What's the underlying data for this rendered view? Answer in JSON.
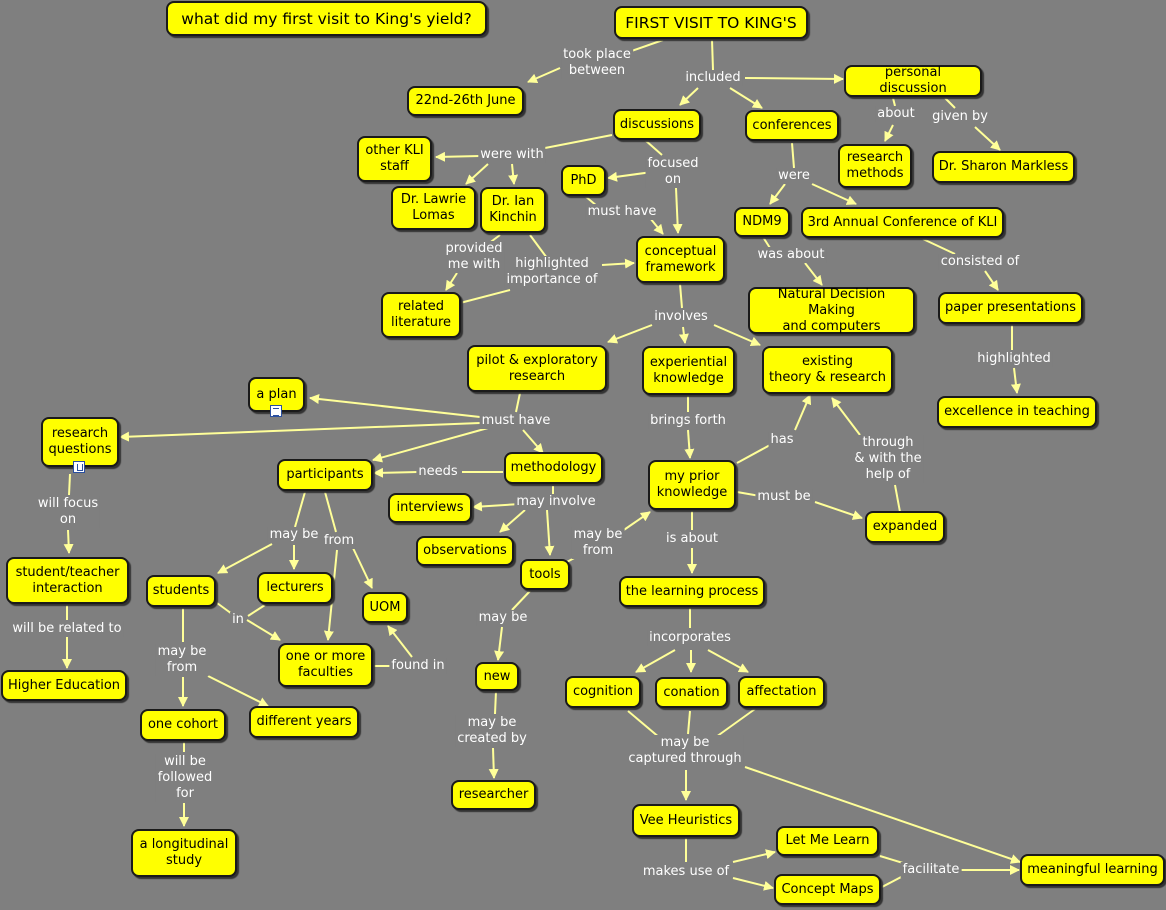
{
  "colors": {
    "background": "#7f7f7f",
    "node_fill": "#ffff00",
    "line": "#ffff99",
    "link_text": "#ffffff"
  },
  "question_title": "what did my first visit to King's yield?",
  "nodes": {
    "first_visit": "FIRST VISIT TO KING'S",
    "dates": "22nd-26th June",
    "personal_discussion": "personal discussion",
    "discussions": "discussions",
    "conferences": "conferences",
    "research_methods": "research\nmethods",
    "sharon": "Dr. Sharon Markless",
    "other_kli": "other KLI\nstaff",
    "lawrie": "Dr. Lawrie\nLomas",
    "ian": "Dr. Ian\nKinchin",
    "phd": "PhD",
    "ndm9": "NDM9",
    "annual_conf": "3rd Annual Conference of KLI",
    "conceptual": "conceptual\nframework",
    "related_lit": "related\nliterature",
    "ndm": "Natural Decision Making\nand computers",
    "paper_pres": "paper presentations",
    "pilot": "pilot & exploratory\nresearch",
    "experiential": "experiential\nknowledge",
    "existing": "existing\ntheory & research",
    "a_plan": "a plan",
    "excellence": "excellence in teaching",
    "research_q": "research\nquestions",
    "participants": "participants",
    "methodology": "methodology",
    "prior": "my prior\nknowledge",
    "expanded": "expanded",
    "interviews": "interviews",
    "observations": "observations",
    "student_teacher": "student/teacher\ninteraction",
    "tools": "tools",
    "students": "students",
    "lecturers": "lecturers",
    "uom": "UOM",
    "learning_process": "the learning process",
    "faculties": "one or more\nfaculties",
    "higher_ed": "Higher Education",
    "new": "new",
    "cognition": "cognition",
    "conation": "conation",
    "affectation": "affectation",
    "one_cohort": "one cohort",
    "diff_years": "different years",
    "researcher": "researcher",
    "vee": "Vee Heuristics",
    "let_me_learn": "Let Me Learn",
    "longitudinal": "a longitudinal\nstudy",
    "concept_maps": "Concept Maps",
    "meaningful": "meaningful learning"
  },
  "links": {
    "took_place": "took place\nbetween",
    "included": "included",
    "about": "about",
    "given_by": "given by",
    "were_with": "were with",
    "focused_on": "focused\non",
    "were": "were",
    "must_have_phd": "must have",
    "provided": "provided\nme with",
    "highlighted_importance": "highlighted\nimportance of",
    "was_about": "was about",
    "consisted_of": "consisted of",
    "involves": "involves",
    "highlighted": "highlighted",
    "must_have": "must have",
    "brings_forth": "brings forth",
    "has": "has",
    "through": "through\n& with the\nhelp of",
    "needs": "needs",
    "will_focus": "will focus\non",
    "must_be": "must be",
    "may_involve": "may involve",
    "may_be_from_tools": "may be\nfrom",
    "is_about": "is about",
    "may_be_part": "may be",
    "from_part": "from",
    "in": "in",
    "will_be_related": "will be related to",
    "may_be_tools": "may be",
    "found_in": "found in",
    "incorporates": "incorporates",
    "may_be_from_students": "may be\nfrom",
    "may_be_created": "may be\ncreated by",
    "captured": "may be\ncaptured through",
    "followed": "will be\nfollowed\nfor",
    "facilitate": "facilitate",
    "makes_use": "makes use of"
  },
  "icons": {
    "plan": "document-icon",
    "research_questions": "concept-map-icon"
  }
}
